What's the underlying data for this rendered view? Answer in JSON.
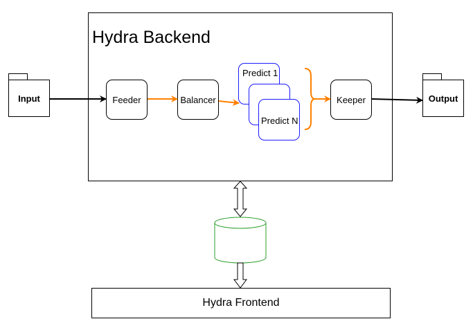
{
  "diagram": {
    "backend_title": "Hydra Backend",
    "frontend_label": "Hydra Frontend",
    "input_label": "Input",
    "output_label": "Output",
    "nodes": {
      "feeder": "Feeder",
      "balancer": "Balancer",
      "predict_first": "Predict 1",
      "predict_last": "Predict N",
      "keeper": "Keeper"
    },
    "database_label": "Database",
    "colors": {
      "main_arrow": "#000000",
      "pipeline_arrow": "#ff8000",
      "predict_border": "#1a1aff",
      "database_border": "#2a9d2a"
    }
  }
}
